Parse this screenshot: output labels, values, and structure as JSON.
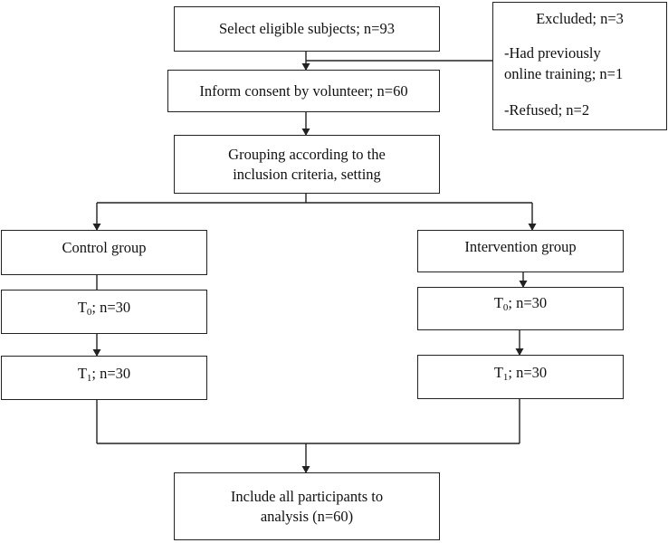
{
  "select_box": {
    "text": "Select eligible subjects; n=93"
  },
  "consent_box": {
    "text": "Inform consent by volunteer; n=60"
  },
  "grouping_box": {
    "line1": "Grouping according to the",
    "line2": "inclusion criteria, setting"
  },
  "excluded_box": {
    "title": "Excluded; n=3",
    "reason1_line1": "-Had previously",
    "reason1_line2": "online training; n=1",
    "reason2": "-Refused; n=2"
  },
  "control": {
    "label": "Control group",
    "t0": {
      "prefix": "T",
      "sub": "0",
      "suffix": "; n=30"
    },
    "t1": {
      "prefix": "T",
      "sub": "1",
      "suffix": "; n=30"
    }
  },
  "intervention": {
    "label": "Intervention group",
    "t0": {
      "prefix": "T",
      "sub": "0",
      "suffix": "; n=30"
    },
    "t1": {
      "prefix": "T",
      "sub": "1",
      "suffix": "; n=30"
    }
  },
  "final_box": {
    "line1": "Include all participants to",
    "line2": "analysis (n=60)"
  },
  "colors": {
    "line": "#222222",
    "background": "#ffffff",
    "text": "#111111"
  }
}
